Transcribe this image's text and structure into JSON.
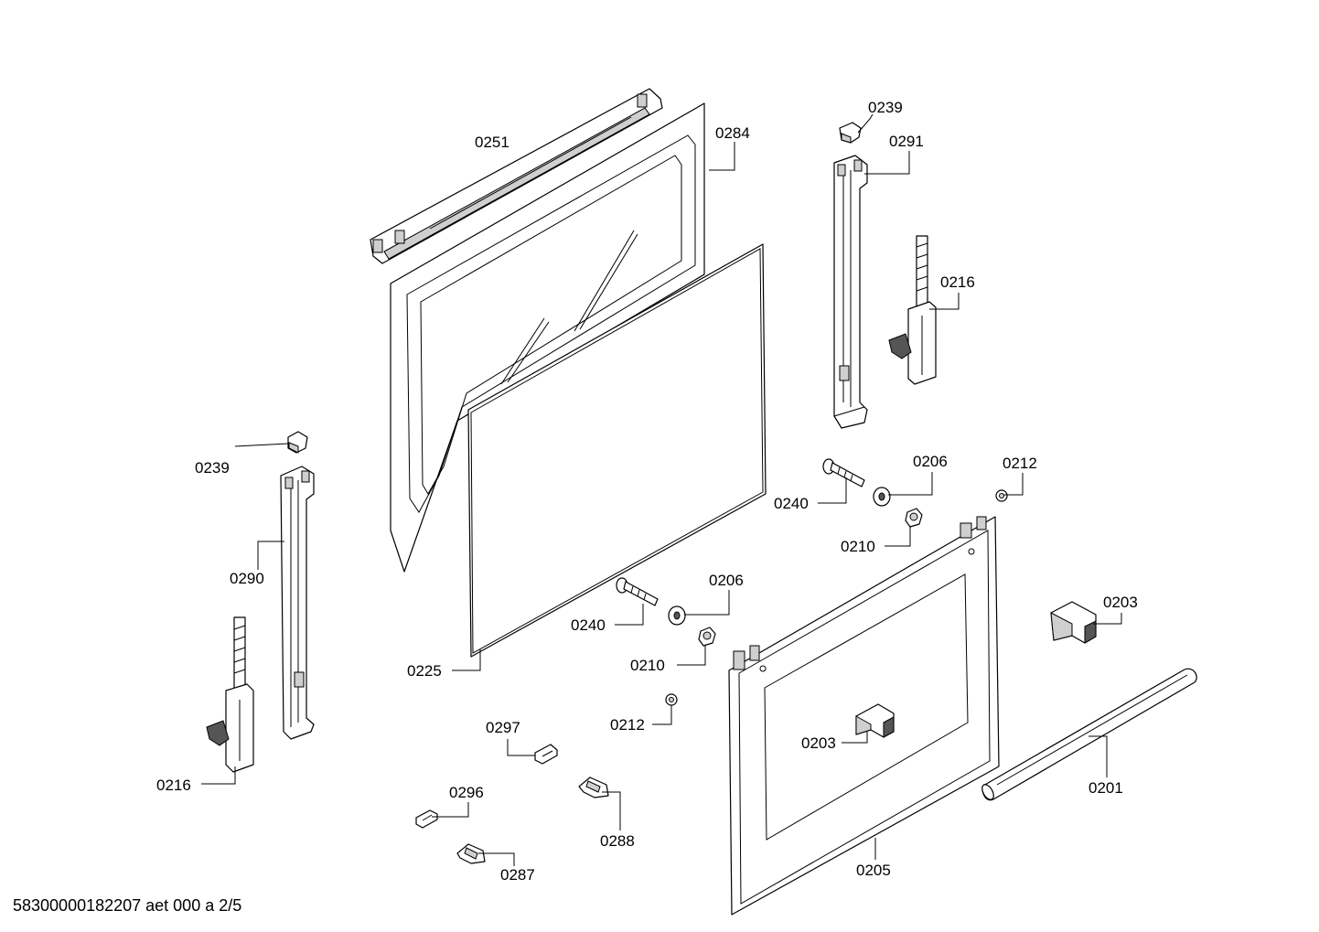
{
  "doc_id": "58300000182207 aet 000 a 2/5",
  "labels": {
    "c0251": "0251",
    "c0284": "0284",
    "c0239_top": "0239",
    "c0291": "0291",
    "c0216_right": "0216",
    "c0239_left": "0239",
    "c0290": "0290",
    "c0216_left": "0216",
    "c0225": "0225",
    "c0240_right": "0240",
    "c0206_right": "0206",
    "c0212_right": "0212",
    "c0210_right": "0210",
    "c0240_left": "0240",
    "c0206_left": "0206",
    "c0210_left": "0210",
    "c0212_left": "0212",
    "c0203_right": "0203",
    "c0203_center": "0203",
    "c0201": "0201",
    "c0205": "0205",
    "c0297": "0297",
    "c0296": "0296",
    "c0288": "0288",
    "c0287": "0287"
  }
}
